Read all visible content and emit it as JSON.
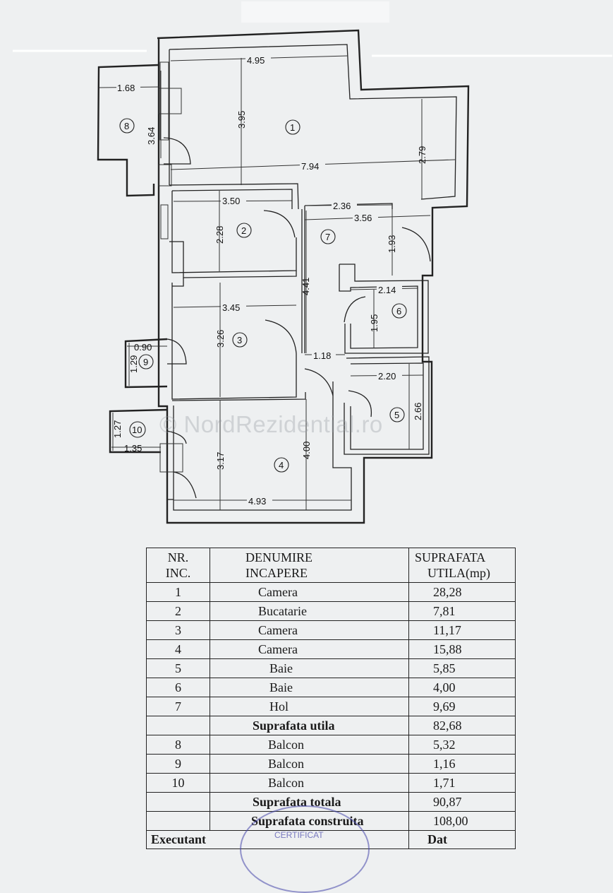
{
  "plan": {
    "dimensions": {
      "d_4_95_top": "4.95",
      "d_1_68": "1.68",
      "d_3_95": "3.95",
      "d_3_64": "3.64",
      "d_2_79": "2.79",
      "d_7_94": "7.94",
      "d_3_50": "3.50",
      "d_2_36": "2.36",
      "d_3_56": "3.56",
      "d_2_28": "2.28",
      "d_1_93": "1.93",
      "d_4_41": "4.41",
      "d_2_14": "2.14",
      "d_3_45": "3.45",
      "d_1_95": "1.95",
      "d_3_26": "3.26",
      "d_0_90": "0.90",
      "d_1_29": "1.29",
      "d_1_18": "1.18",
      "d_2_20": "2.20",
      "d_2_66": "2.66",
      "d_1_27": "1.27",
      "d_1_35": "1.35",
      "d_4_00": "4.00",
      "d_3_17": "3.17",
      "d_4_93": "4.93"
    },
    "rooms": [
      "1",
      "2",
      "3",
      "4",
      "5",
      "6",
      "7",
      "8",
      "9",
      "10"
    ]
  },
  "watermark": "© NordRezidential.ro",
  "table": {
    "header": {
      "col1_line1": "NR.",
      "col1_line2": "INC.",
      "col2_line1": "DENUMIRE",
      "col2_line2": "INCAPERE",
      "col3_line1": "SUPRAFATA",
      "col3_line2": "UTILA(mp)"
    },
    "rows": [
      {
        "nr": "1",
        "name": "Camera",
        "area": "28,28"
      },
      {
        "nr": "2",
        "name": "Bucatarie",
        "area": "7,81"
      },
      {
        "nr": "3",
        "name": "Camera",
        "area": "11,17"
      },
      {
        "nr": "4",
        "name": "Camera",
        "area": "15,88"
      },
      {
        "nr": "5",
        "name": "Baie",
        "area": "5,85"
      },
      {
        "nr": "6",
        "name": "Baie",
        "area": "4,00"
      },
      {
        "nr": "7",
        "name": "Hol",
        "area": "9,69"
      }
    ],
    "subtotal": {
      "name": "Suprafata utila",
      "area": "82,68"
    },
    "balcony_rows": [
      {
        "nr": "8",
        "name": "Balcon",
        "area": "5,32"
      },
      {
        "nr": "9",
        "name": "Balcon",
        "area": "1,16"
      },
      {
        "nr": "10",
        "name": "Balcon",
        "area": "1,71"
      }
    ],
    "total": {
      "name": "Suprafata totala",
      "area": "90,87"
    },
    "built": {
      "name": "Suprafata construita",
      "area": "108,00"
    },
    "footer": {
      "left": "Executant",
      "right": "Dat"
    }
  },
  "stamp": {
    "text": "CERTIFICAT"
  }
}
